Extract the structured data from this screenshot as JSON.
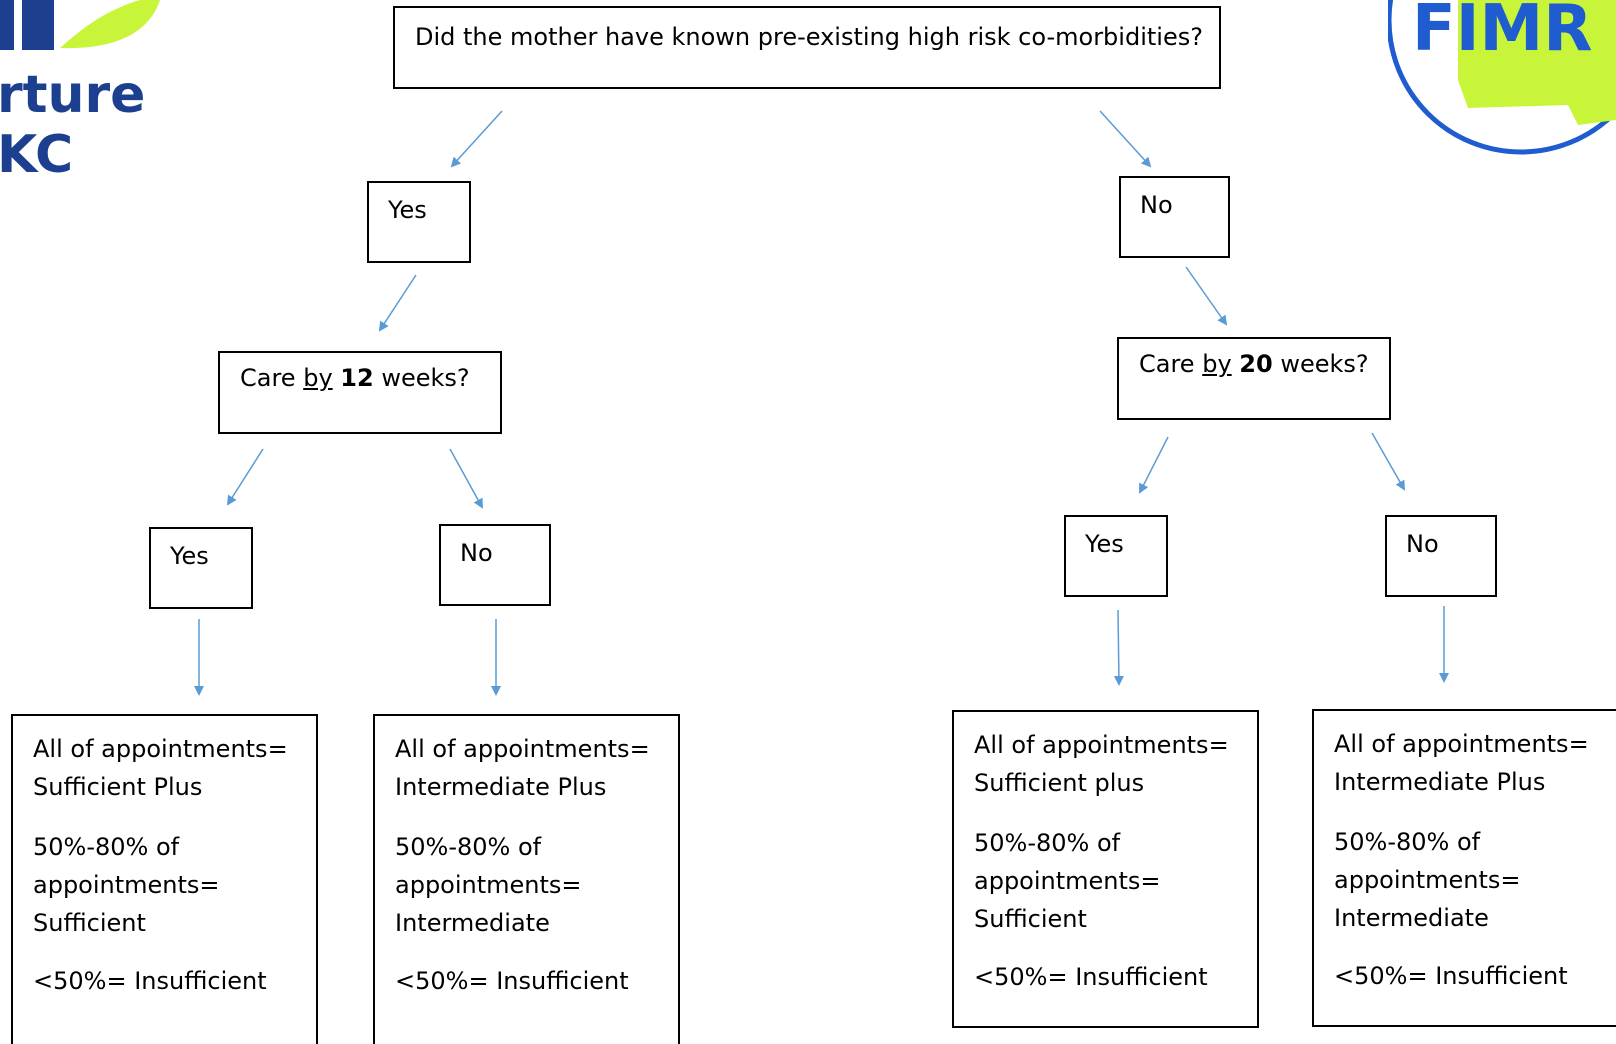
{
  "logos": {
    "left_text_1": "rture",
    "left_text_2": "KC",
    "right_text": "FIMR",
    "colors": {
      "navy": "#1d3f8f",
      "lime": "#c8f53a",
      "blue": "#1f5ccf"
    }
  },
  "question": "Did the mother have known pre-existing high risk co-morbidities?",
  "left": {
    "answer": "Yes",
    "care_prefix": "Care",
    "care_by": "by",
    "care_weeks_num": "12",
    "care_suffix": "weeks?",
    "yes": "Yes",
    "no": "No",
    "result_yes": {
      "line1a": "All of appointments=",
      "line1b": "Sufficient Plus",
      "line2a": "50%-80% of",
      "line2b": "appointments=",
      "line2c": "Sufficient",
      "line3": "<50%= Insufficient"
    },
    "result_no": {
      "line1a": "All of appointments=",
      "line1b": "Intermediate Plus",
      "line2a": "50%-80% of",
      "line2b": "appointments=",
      "line2c": "Intermediate",
      "line3": "<50%= Insufficient"
    }
  },
  "right": {
    "answer": "No",
    "care_prefix": "Care",
    "care_by": "by",
    "care_weeks_num": "20",
    "care_suffix": "weeks?",
    "yes": "Yes",
    "no": "No",
    "result_yes": {
      "line1a": "All of appointments=",
      "line1b": "Sufficient plus",
      "line2a": "50%-80% of",
      "line2b": "appointments=",
      "line2c": "Sufficient",
      "line3": "<50%= Insufficient"
    },
    "result_no": {
      "line1a": "All of appointments=",
      "line1b": "Intermediate Plus",
      "line2a": "50%-80% of",
      "line2b": "appointments=",
      "line2c": "Intermediate",
      "line3": "<50%= Insufficient"
    }
  },
  "arrow_color": "#5b9bd5"
}
